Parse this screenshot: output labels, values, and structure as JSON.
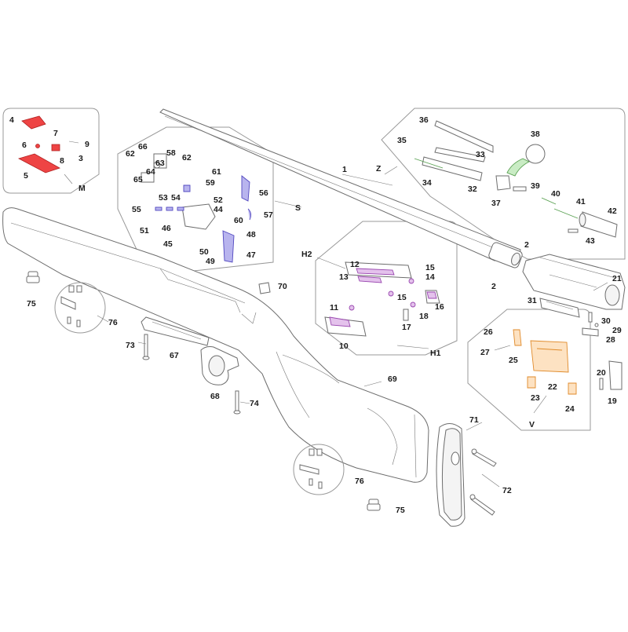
{
  "group_letters": {
    "M": "M",
    "S": "S",
    "Z": "Z",
    "H1": "H1",
    "H2": "H2",
    "V": "V"
  },
  "part_numbers": {
    "p1": "1",
    "p2a": "2",
    "p2b": "2",
    "p3": "3",
    "p4": "4",
    "p5": "5",
    "p6": "6",
    "p7": "7",
    "p8": "8",
    "p9": "9",
    "p10": "10",
    "p11": "11",
    "p12": "12",
    "p13": "13",
    "p14": "14",
    "p15a": "15",
    "p15b": "15",
    "p16": "16",
    "p17": "17",
    "p18": "18",
    "p19": "19",
    "p20": "20",
    "p21": "21",
    "p22": "22",
    "p23": "23",
    "p24": "24",
    "p25": "25",
    "p26": "26",
    "p27": "27",
    "p28": "28",
    "p29": "29",
    "p30": "30",
    "p31": "31",
    "p32": "32",
    "p33": "33",
    "p34": "34",
    "p35": "35",
    "p36": "36",
    "p37": "37",
    "p38": "38",
    "p39": "39",
    "p40": "40",
    "p41": "41",
    "p42": "42",
    "p43": "43",
    "p44": "44",
    "p45": "45",
    "p46": "46",
    "p47": "47",
    "p48": "48",
    "p49": "49",
    "p50": "50",
    "p51": "51",
    "p52": "52",
    "p53": "53",
    "p54": "54",
    "p55": "55",
    "p56": "56",
    "p57": "57",
    "p58": "58",
    "p59": "59",
    "p60": "60",
    "p61": "61",
    "p62a": "62",
    "p62b": "62",
    "p63": "63",
    "p64": "64",
    "p65": "65",
    "p66": "66",
    "p67": "67",
    "p68": "68",
    "p69": "69",
    "p70": "70",
    "p71": "71",
    "p72": "72",
    "p73": "73",
    "p74": "74",
    "p75a": "75",
    "p75b": "75",
    "p76a": "76",
    "p76b": "76"
  },
  "colors": {
    "group_M": "#ee4444",
    "group_S": "#5248c0",
    "group_Z": "#58a050",
    "group_H": "#9a48b0",
    "group_V": "#e08a2a",
    "outline": "#6d6d6d"
  }
}
